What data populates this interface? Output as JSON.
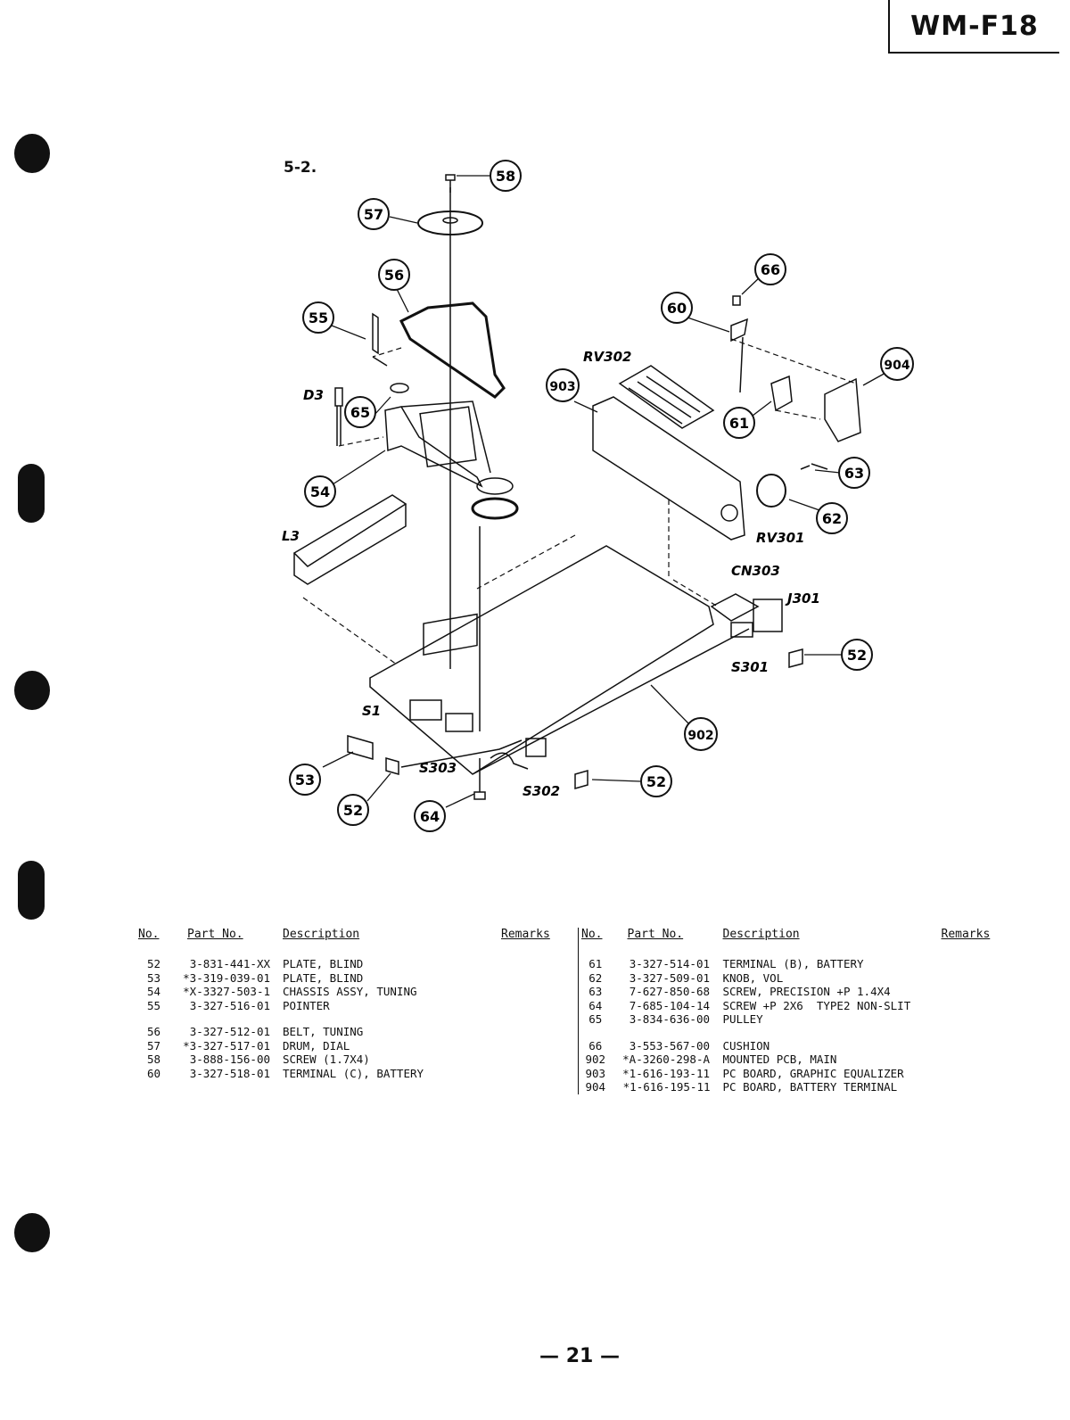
{
  "header": {
    "model": "WM-F18"
  },
  "section": {
    "number": "5-2."
  },
  "diagram": {
    "callouts": [
      "58",
      "57",
      "56",
      "55",
      "65",
      "54",
      "60",
      "66",
      "61",
      "903",
      "904",
      "63",
      "62",
      "52",
      "902",
      "53",
      "52",
      "64",
      "52"
    ],
    "refs": [
      "RV302",
      "D3",
      "L3",
      "RV301",
      "CN303",
      "J301",
      "S301",
      "S1",
      "S303",
      "S302"
    ]
  },
  "parts_table": {
    "headers": {
      "no": "No.",
      "part_no": "Part No.",
      "description": "Description",
      "remarks": "Remarks"
    },
    "left": [
      {
        "no": "52",
        "part_no": "3-831-441-XX",
        "description": "PLATE, BLIND"
      },
      {
        "no": "53",
        "part_no": "*3-319-039-01",
        "description": "PLATE, BLIND"
      },
      {
        "no": "54",
        "part_no": "*X-3327-503-1",
        "description": "CHASSIS ASSY, TUNING"
      },
      {
        "no": "55",
        "part_no": "3-327-516-01",
        "description": "POINTER"
      },
      {
        "no": "56",
        "part_no": "3-327-512-01",
        "description": "BELT, TUNING"
      },
      {
        "no": "57",
        "part_no": "*3-327-517-01",
        "description": "DRUM, DIAL"
      },
      {
        "no": "58",
        "part_no": "3-888-156-00",
        "description": "SCREW (1.7X4)"
      },
      {
        "no": "60",
        "part_no": "3-327-518-01",
        "description": "TERMINAL (C), BATTERY"
      }
    ],
    "right": [
      {
        "no": "61",
        "part_no": "3-327-514-01",
        "description": "TERMINAL (B), BATTERY"
      },
      {
        "no": "62",
        "part_no": "3-327-509-01",
        "description": "KNOB, VOL"
      },
      {
        "no": "63",
        "part_no": "7-627-850-68",
        "description": "SCREW, PRECISION +P 1.4X4"
      },
      {
        "no": "64",
        "part_no": "7-685-104-14",
        "description": "SCREW +P 2X6  TYPE2 NON-SLIT"
      },
      {
        "no": "65",
        "part_no": "3-834-636-00",
        "description": "PULLEY"
      },
      {
        "no": "66",
        "part_no": "3-553-567-00",
        "description": "CUSHION"
      },
      {
        "no": "902",
        "part_no": "*A-3260-298-A",
        "description": "MOUNTED PCB, MAIN"
      },
      {
        "no": "903",
        "part_no": "*1-616-193-11",
        "description": "PC BOARD, GRAPHIC EQUALIZER"
      },
      {
        "no": "904",
        "part_no": "*1-616-195-11",
        "description": "PC BOARD, BATTERY TERMINAL"
      }
    ]
  },
  "footer": {
    "page": "— 21 —"
  }
}
